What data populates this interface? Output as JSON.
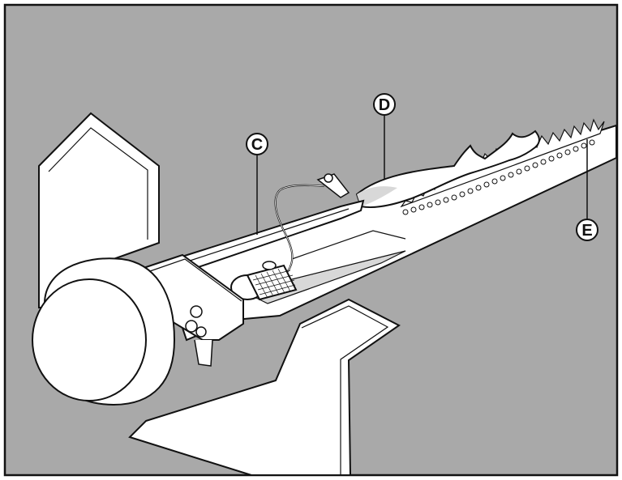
{
  "diagram": {
    "colors": {
      "background": "#a9a9a9",
      "line": "#111111",
      "part_fill": "#ffffff",
      "flame_fill": "#ffffff",
      "shadow": "#d8d8d8"
    },
    "callouts": [
      {
        "id": "c",
        "label": "C"
      },
      {
        "id": "d",
        "label": "D"
      },
      {
        "id": "e",
        "label": "E"
      }
    ]
  }
}
